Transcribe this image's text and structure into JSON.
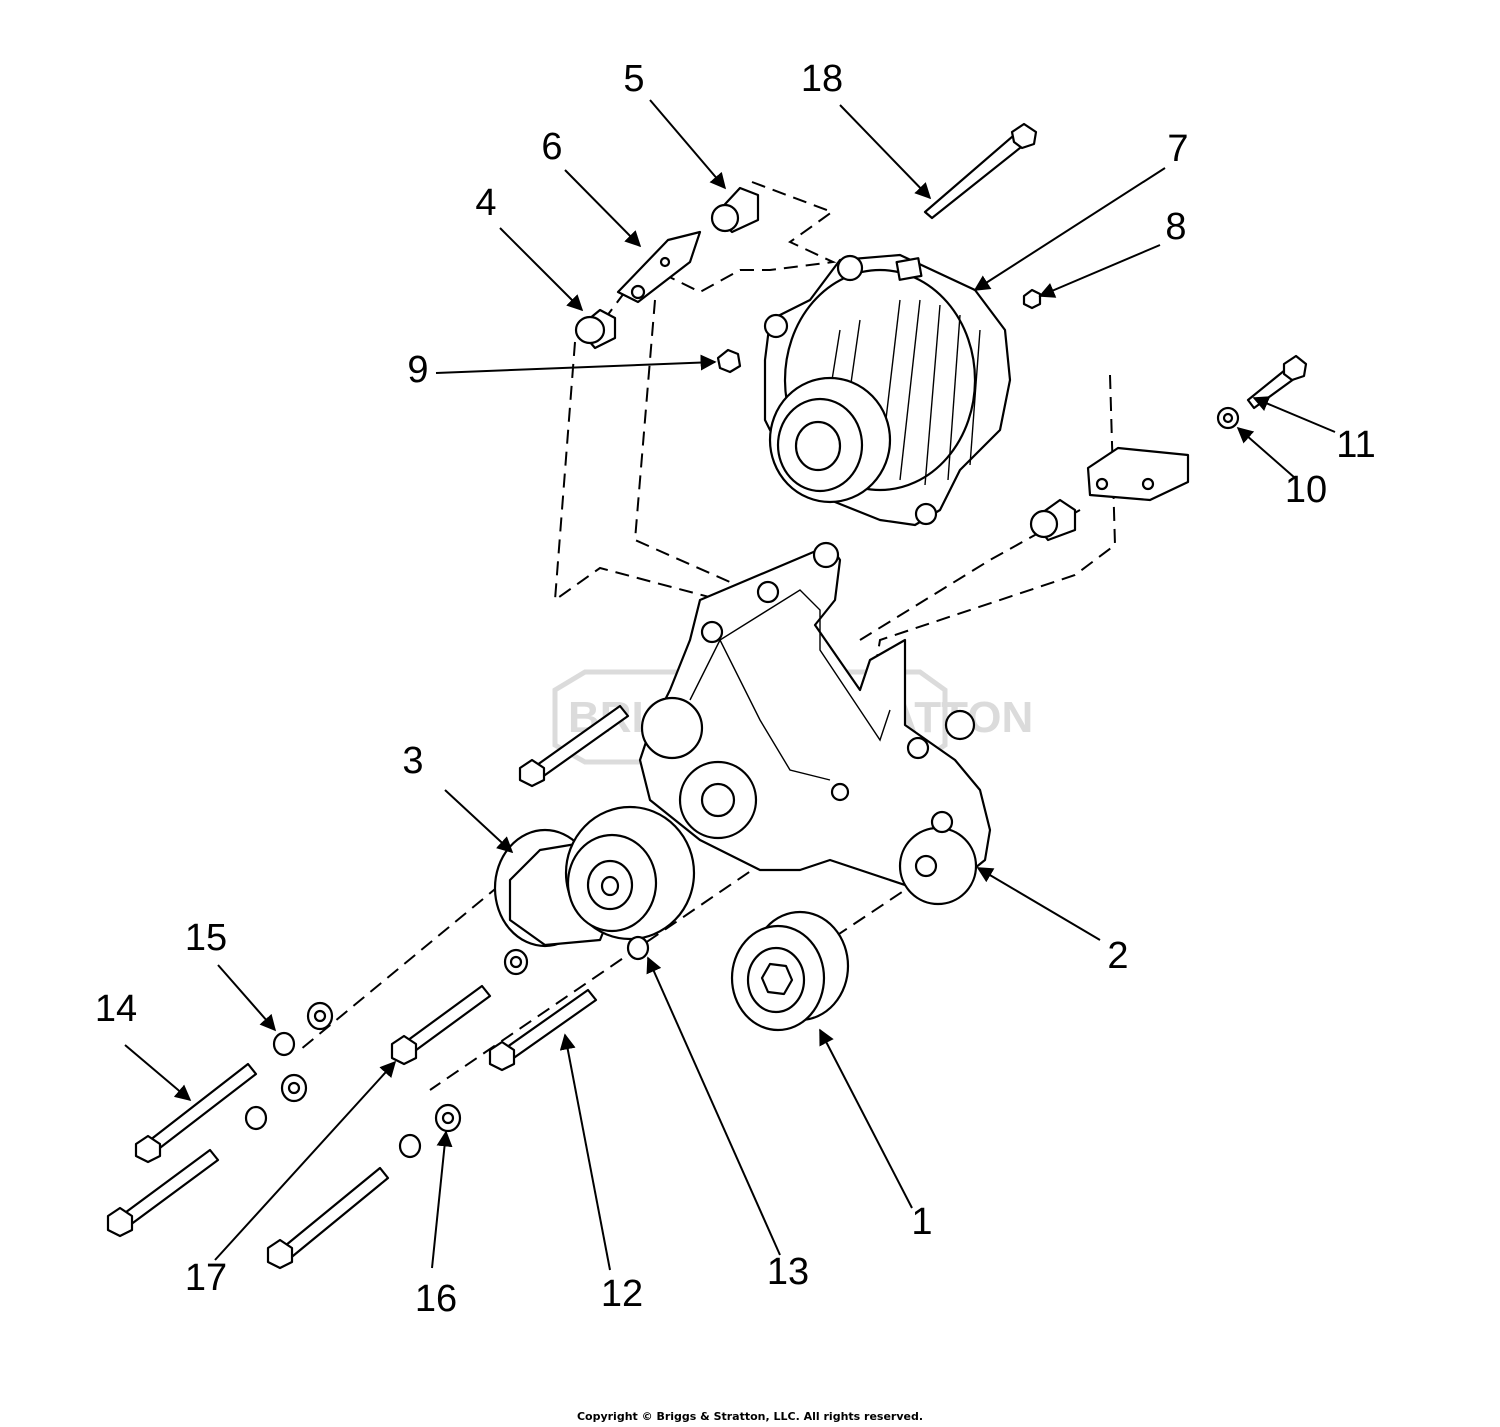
{
  "callouts": [
    "1",
    "2",
    "3",
    "4",
    "5",
    "6",
    "7",
    "8",
    "9",
    "10",
    "11",
    "12",
    "13",
    "14",
    "15",
    "16",
    "17",
    "18"
  ],
  "watermark": "BRIGGS & STRATTON",
  "copyright": "Copyright © Briggs & Stratton, LLC. All rights reserved.",
  "colors": {
    "ink": "#000000",
    "background": "#ffffff",
    "watermark": "#d8d8d8"
  }
}
